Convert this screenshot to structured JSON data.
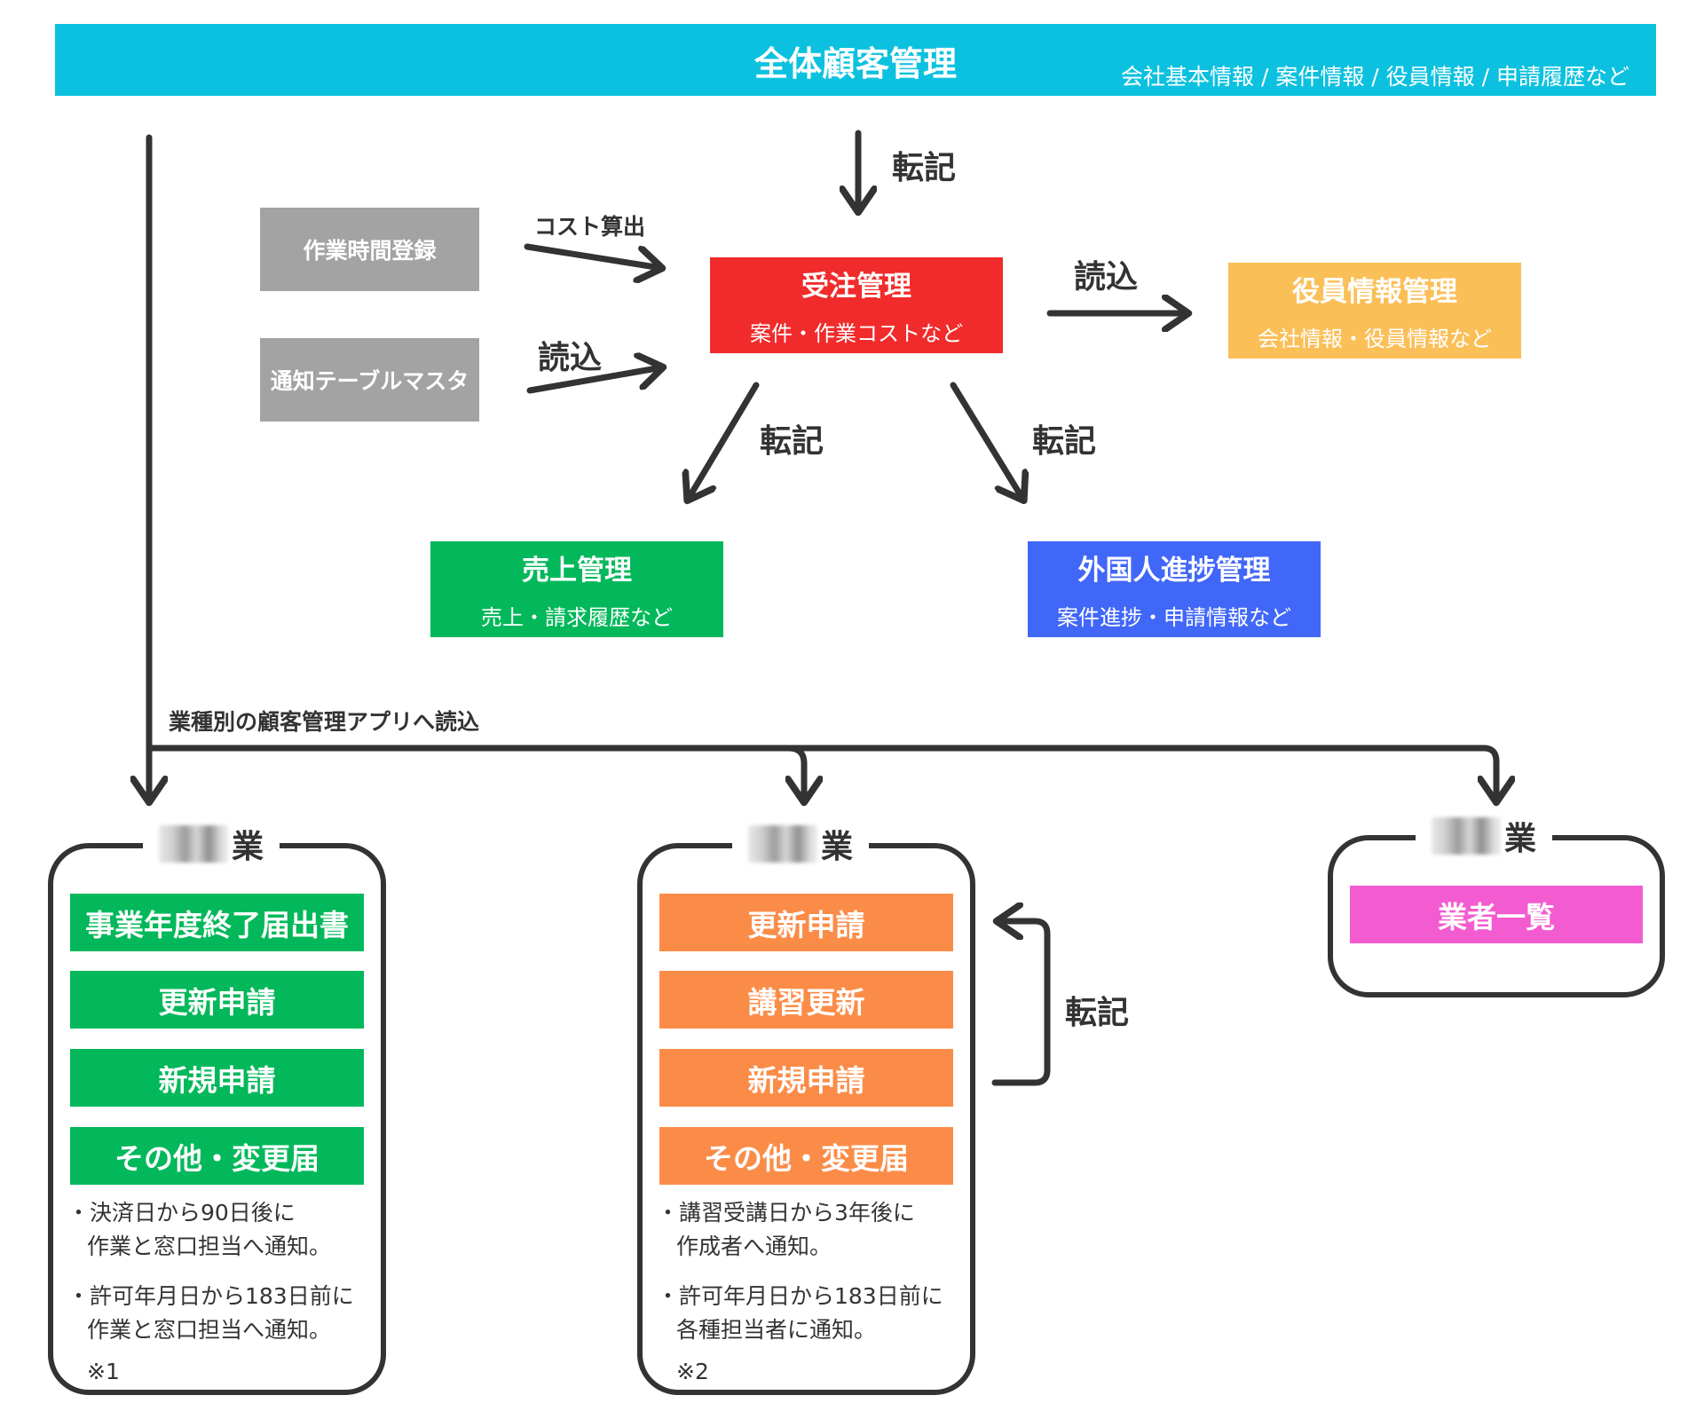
{
  "header": {
    "title": "全体顧客管理",
    "subtitle": "会社基本情報 / 案件情報 / 役員情報 / 申請履歴など"
  },
  "nodes": {
    "work_time": {
      "title": "作業時間登録"
    },
    "notify_master": {
      "title": "通知テーブルマスタ"
    },
    "order": {
      "title": "受注管理",
      "sub": "案件・作業コストなど"
    },
    "officer": {
      "title": "役員情報管理",
      "sub": "会社情報・役員情報など"
    },
    "sales": {
      "title": "売上管理",
      "sub": "売上・請求履歴など"
    },
    "foreign": {
      "title": "外国人進捗管理",
      "sub": "案件進捗・申請情報など"
    }
  },
  "edge_labels": {
    "top_transfer": "転記",
    "cost_calc": "コスト算出",
    "read_in_left": "読込",
    "read_in_right": "読込",
    "transfer_left": "転記",
    "transfer_right": "転記",
    "industry_read": "業種別の顧客管理アプリへ読込",
    "loop_transfer": "転記"
  },
  "panels": [
    {
      "title_suffix": "業",
      "items": [
        "事業年度終了届出書",
        "更新申請",
        "新規申請",
        "その他・変更届"
      ],
      "notes": [
        "・決済日から90日後に",
        "作業と窓口担当へ通知。",
        "・許可年月日から183日前に",
        "作業と窓口担当へ通知。"
      ],
      "footnote": "※1"
    },
    {
      "title_suffix": "業",
      "items": [
        "更新申請",
        "講習更新",
        "新規申請",
        "その他・変更届"
      ],
      "notes": [
        "・講習受講日から3年後に",
        "作成者へ通知。",
        "・許可年月日から183日前に",
        "各種担当者に通知。"
      ],
      "footnote": "※2"
    },
    {
      "title_suffix": "業",
      "items": [
        "業者一覧"
      ]
    }
  ],
  "colors": {
    "banner": "#0cc1df",
    "order": "#f12b2b",
    "officer": "#fbbf58",
    "sales": "#02b85a",
    "foreign": "#4167f8",
    "gray": "#a3a3a3",
    "panel_green": "#02b85a",
    "panel_orange": "#fb8c48",
    "panel_pink": "#f35cd0",
    "line": "#333333"
  }
}
